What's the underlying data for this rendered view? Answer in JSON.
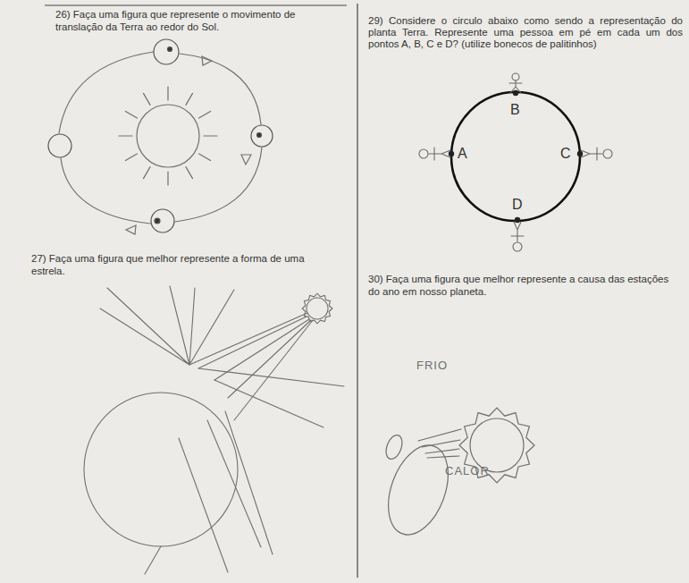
{
  "diagram": {
    "labels": [
      "26) Faça uma figura que represente o movimento de translação da Terra ao redor do Sol.",
      "29) Considere o circulo abaixo como sendo a representação do planta Terra. Represente uma pessoa em pé em cada um dos pontos A, B, C e D? (utilize bonecos de palitinhos)",
      "B",
      "A",
      "C",
      "D",
      "27) Faça uma figura que melhor represente a forma de uma estrela.",
      "30) Faça uma figura que melhor represente a causa das estações do ano em nosso planeta.",
      "FRIO",
      "CALOR"
    ]
  }
}
